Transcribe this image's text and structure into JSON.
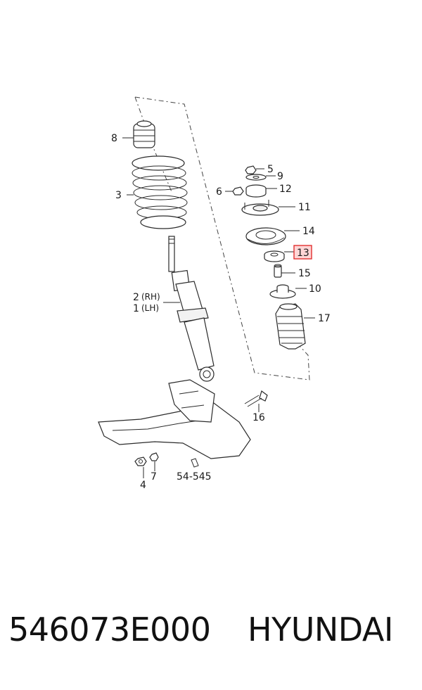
{
  "labels": {
    "p1": "1",
    "p1_side": "(LH)",
    "p2": "2",
    "p2_side": "(RH)",
    "p3": "3",
    "p4": "4",
    "p5": "5",
    "p6": "6",
    "p7": "7",
    "p8": "8",
    "p9": "9",
    "p10": "10",
    "p11": "11",
    "p12": "12",
    "p13": "13",
    "p14": "14",
    "p15": "15",
    "p16": "16",
    "p17": "17",
    "ref": "54-545"
  },
  "highlight_part": "13",
  "highlight_color": "#e03030",
  "footer": {
    "part_number": "546073E000",
    "brand": "HYUNDAI"
  }
}
